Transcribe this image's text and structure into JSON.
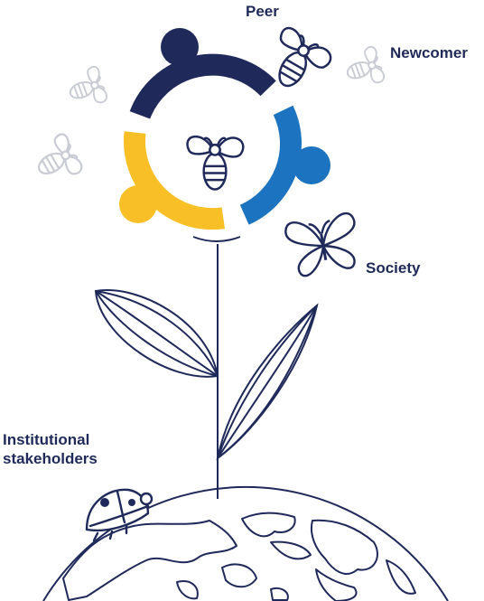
{
  "labels": {
    "peer": "Peer",
    "newcomer": "Newcomer",
    "society": "Society",
    "institutional_line1": "Institutional",
    "institutional_line2": "stakeholders"
  },
  "colors": {
    "navy": "#1f2a5a",
    "blue": "#1c73bf",
    "yellow": "#f8c026",
    "outline": "#1f2a5a",
    "faded_outline": "#c8cbd3"
  },
  "icons": {
    "peer_bee": "bee-icon",
    "newcomer_bees": "bee-icon",
    "center_bee": "bee-icon",
    "society": "butterfly-icon",
    "institutional": "ladybug-icon",
    "ground": "globe-icon"
  }
}
